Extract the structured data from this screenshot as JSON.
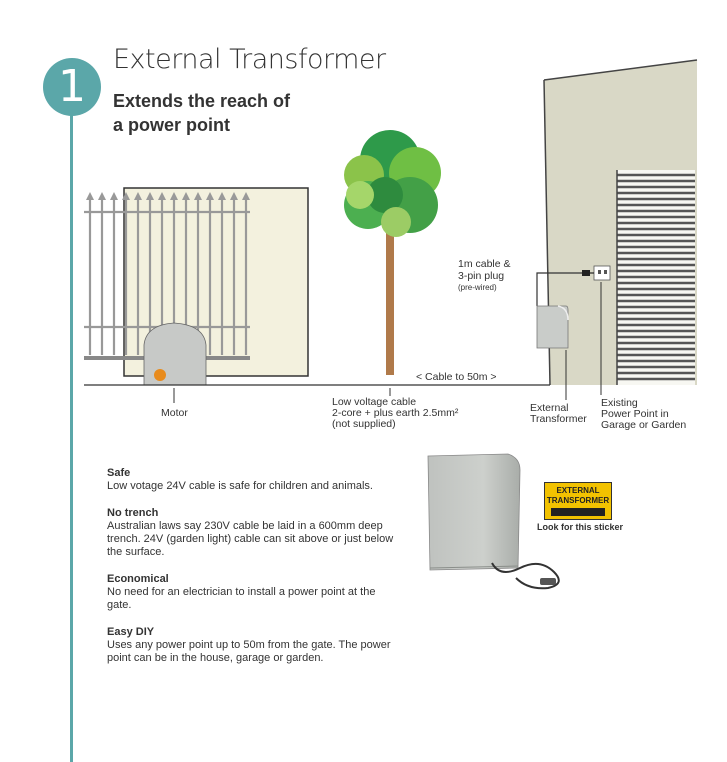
{
  "step_number": "1",
  "title": "External Transformer",
  "subtitle_line1": "Extends the reach of",
  "subtitle_line2": "a power point",
  "labels": {
    "cable_plug_1": "1m cable &",
    "cable_plug_2": "3-pin plug",
    "prewired": "(pre-wired)",
    "cable_to": "< Cable to 50m >",
    "motor": "Motor",
    "lv_cable_1": "Low voltage cable",
    "lv_cable_2": "2-core + plus earth 2.5mm²",
    "lv_cable_3": "(not supplied)",
    "ext_trans_1": "External",
    "ext_trans_2": "Transformer",
    "pp_1": "Existing",
    "pp_2": "Power Point in",
    "pp_3": "Garage or Garden"
  },
  "features": [
    {
      "heading": "Safe",
      "text": "Low votage 24V cable is safe for  children and animals."
    },
    {
      "heading": "No trench",
      "text": "Australian laws say 230V cable be laid in a 600mm deep trench. 24V (garden light) cable can sit above or just below the surface."
    },
    {
      "heading": "Economical",
      "text": "No need for an electrician to install a power point at the gate."
    },
    {
      "heading": "Easy DIY",
      "text": "Uses any power point up to 50m from the gate. The power point can be in the house, garage or garden."
    }
  ],
  "sticker": {
    "line1": "EXTERNAL",
    "line2": "TRANSFORMER",
    "caption": "Look for this sticker"
  },
  "colors": {
    "accent": "#5ba7a9",
    "wall": "#f3f1de",
    "shed": "#d9d8c6",
    "sticker": "#f2c200"
  }
}
